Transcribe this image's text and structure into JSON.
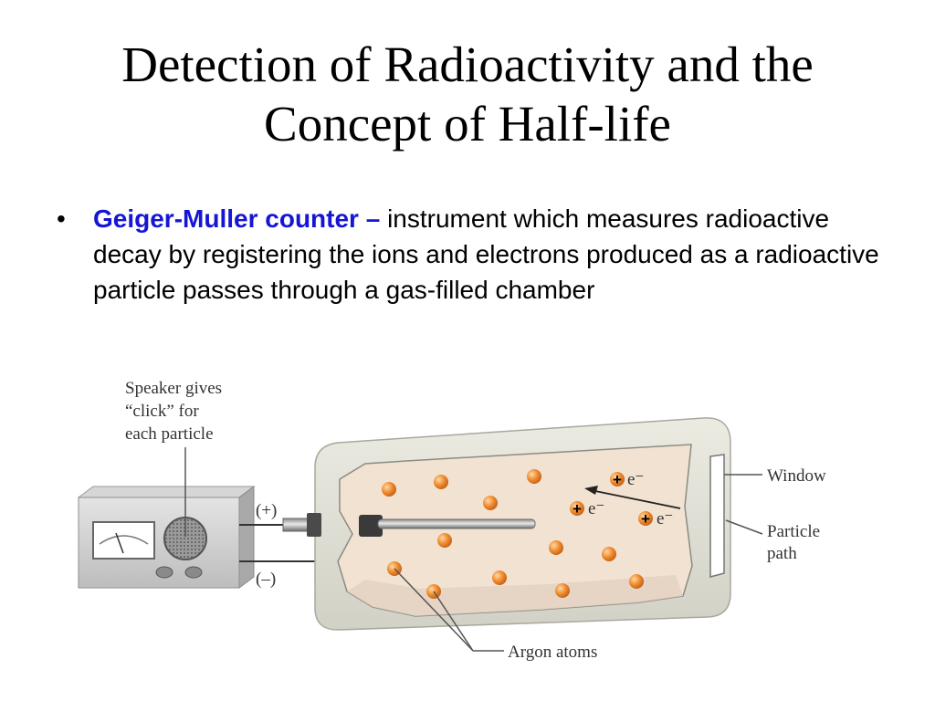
{
  "title": {
    "line1": "Detection of Radioactivity and the",
    "line2": "Concept of Half-life"
  },
  "bullet": {
    "symbol": "•",
    "term": "Geiger-Muller counter",
    "dash": " – ",
    "text": "instrument which measures radioactive decay by registering the ions and electrons produced as a radioactive particle passes through a gas-filled chamber",
    "term_color": "#1515d6"
  },
  "diagram": {
    "speaker_label": [
      "Speaker gives",
      "“click” for",
      "each particle"
    ],
    "plus_terminal": "(+)",
    "minus_terminal": "(–)",
    "window_label": "Window",
    "particle_path_label": [
      "Particle",
      "path"
    ],
    "argon_label": "Argon atoms",
    "ion_plus": "+",
    "electron": "e⁻",
    "atom_color": "#f08a2c"
  }
}
